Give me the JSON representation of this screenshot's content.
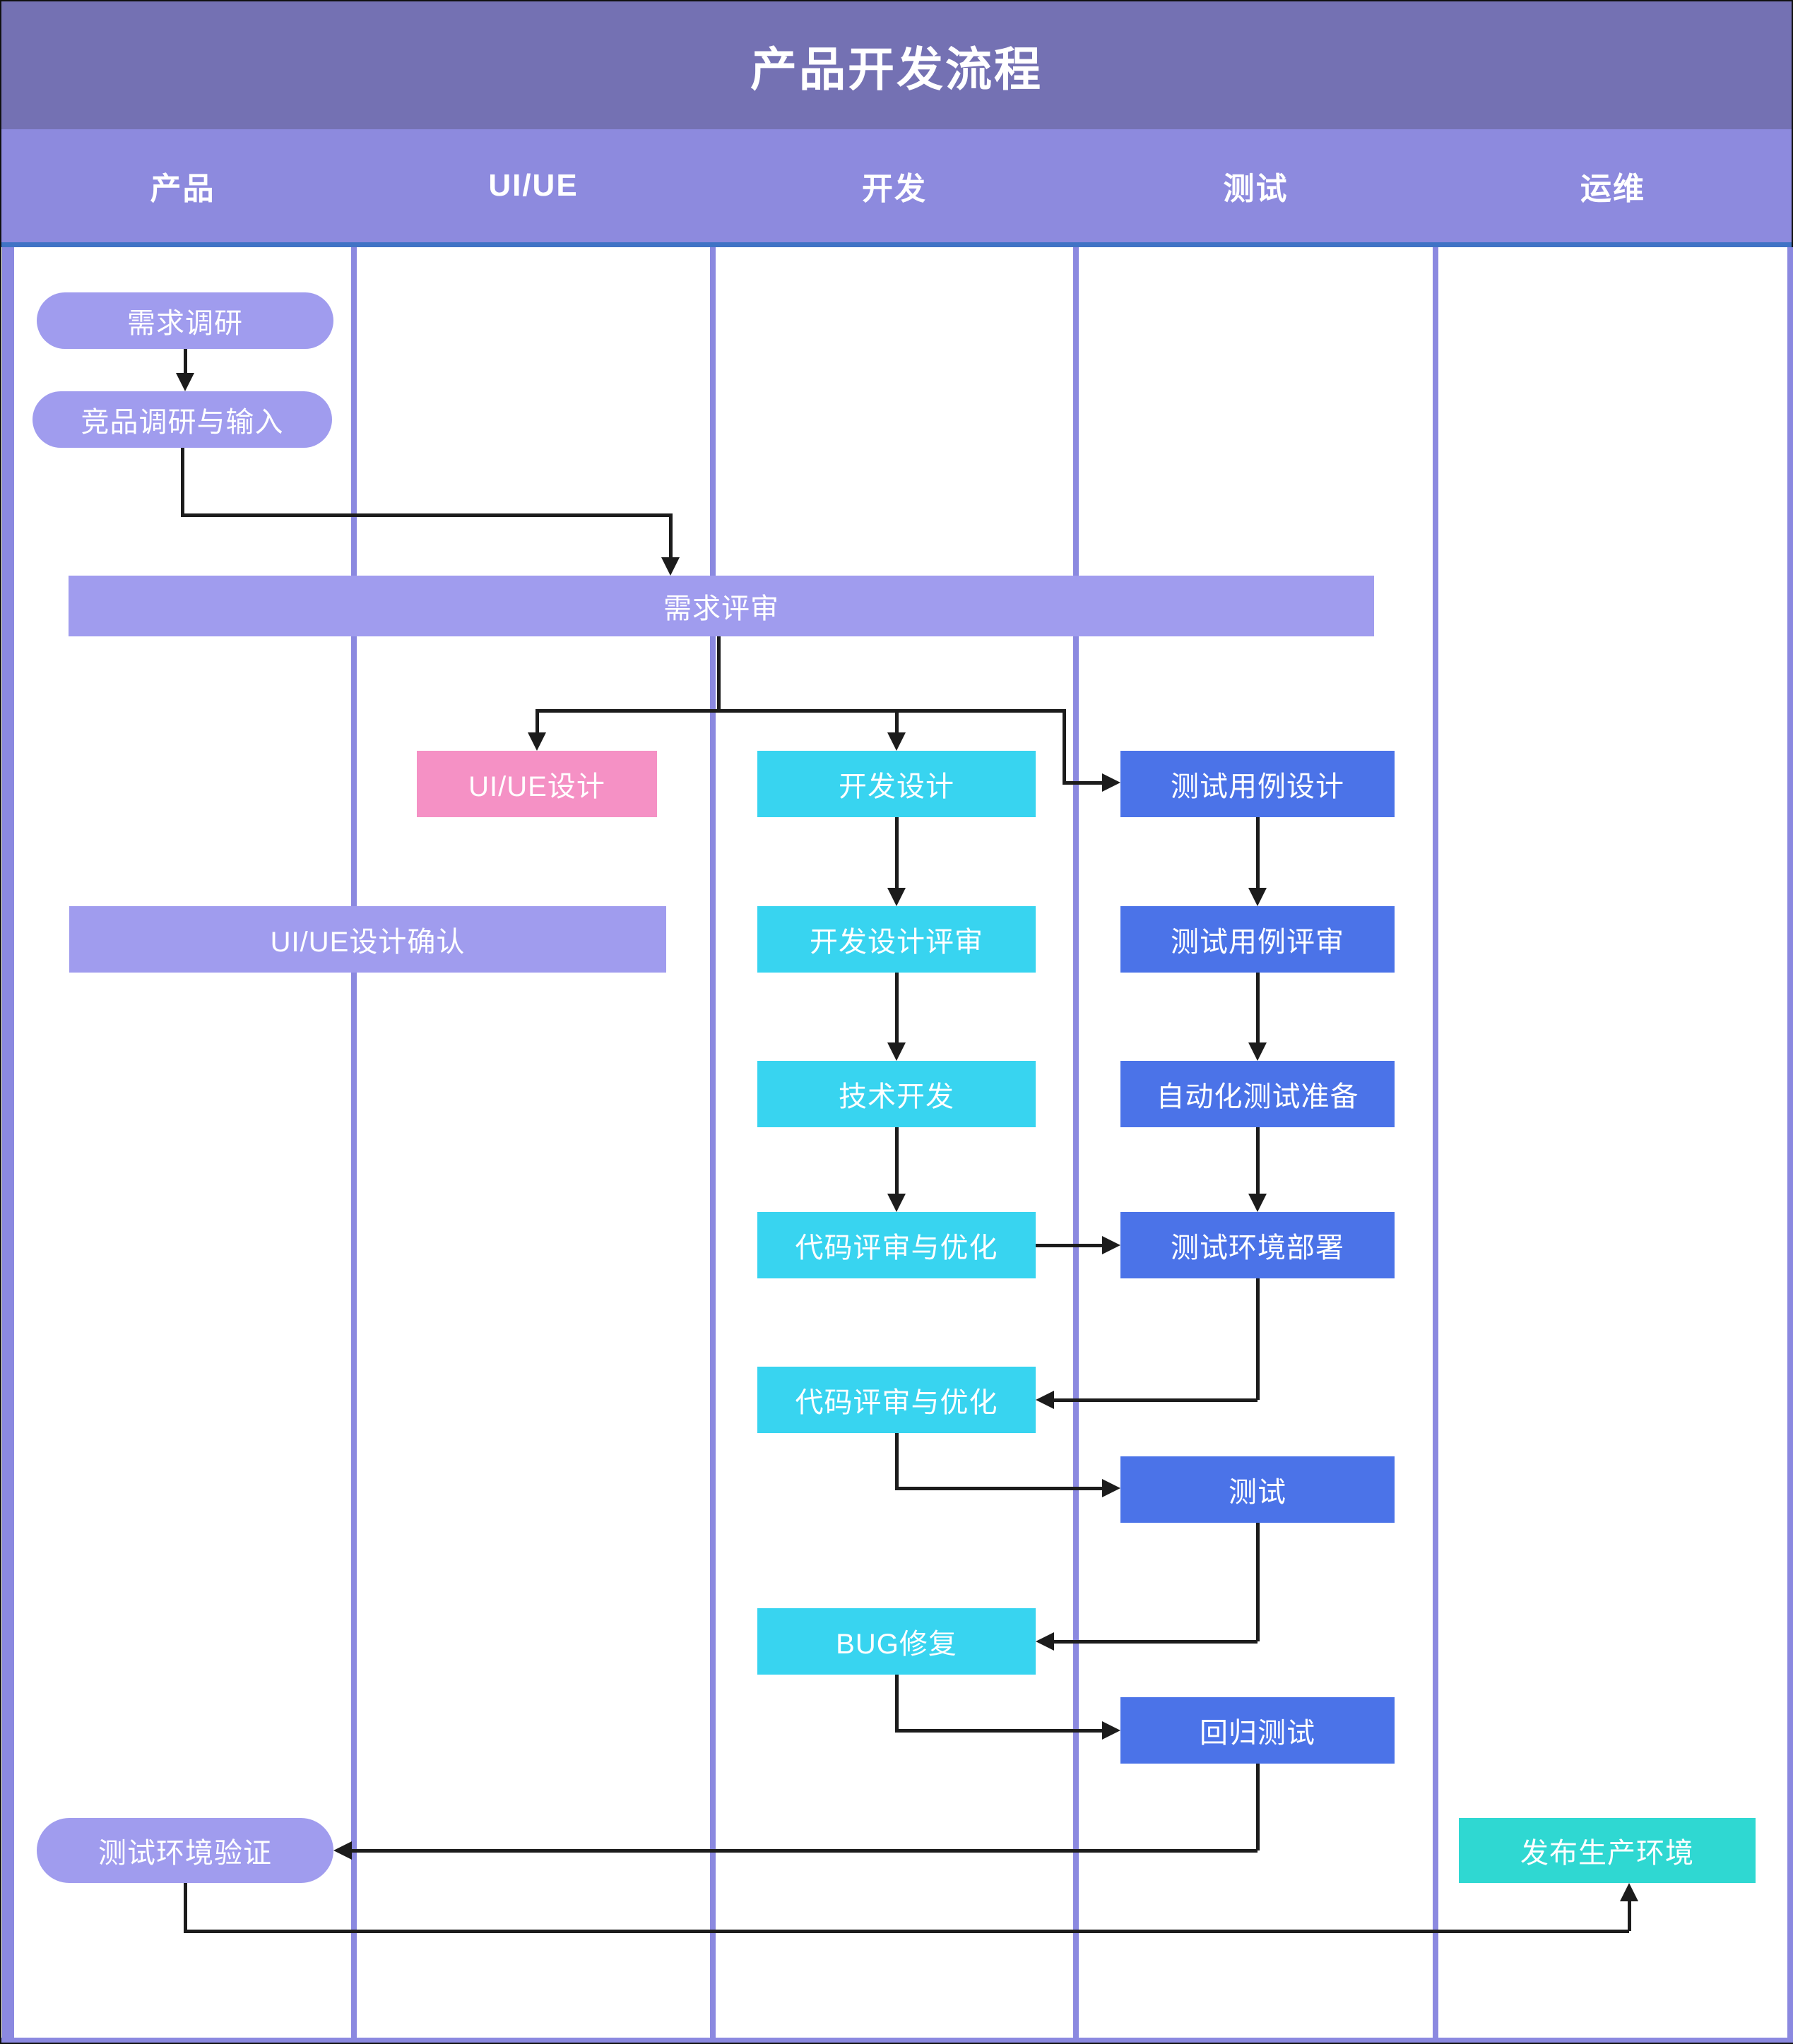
{
  "title": "产品开发流程",
  "lanes": [
    {
      "label": "产品"
    },
    {
      "label": "UI/UE"
    },
    {
      "label": "开发"
    },
    {
      "label": "测试"
    },
    {
      "label": "运维"
    }
  ],
  "nodes": {
    "req_research": {
      "label": "需求调研",
      "lane": "产品",
      "shape": "pill",
      "color": "#a09cee"
    },
    "comp_research": {
      "label": "竞品调研与输入",
      "lane": "产品",
      "shape": "pill",
      "color": "#a09cee"
    },
    "req_review": {
      "label": "需求评审",
      "lane": "产品/UI/UE/开发/测试",
      "shape": "rect",
      "color": "#a09cee"
    },
    "uiue_design": {
      "label": "UI/UE设计",
      "lane": "UI/UE",
      "shape": "rect",
      "color": "#f591c5"
    },
    "dev_design": {
      "label": "开发设计",
      "lane": "开发",
      "shape": "rect",
      "color": "#38d4f0"
    },
    "test_case_design": {
      "label": "测试用例设计",
      "lane": "测试",
      "shape": "rect",
      "color": "#4b73e8"
    },
    "uiue_confirm": {
      "label": "UI/UE设计确认",
      "lane": "产品/UI/UE",
      "shape": "rect",
      "color": "#a09cee"
    },
    "dev_design_review": {
      "label": "开发设计评审",
      "lane": "开发",
      "shape": "rect",
      "color": "#38d4f0"
    },
    "test_case_review": {
      "label": "测试用例评审",
      "lane": "测试",
      "shape": "rect",
      "color": "#4b73e8"
    },
    "tech_dev": {
      "label": "技术开发",
      "lane": "开发",
      "shape": "rect",
      "color": "#38d4f0"
    },
    "auto_test_prep": {
      "label": "自动化测试准备",
      "lane": "测试",
      "shape": "rect",
      "color": "#4b73e8"
    },
    "code_review_1": {
      "label": "代码评审与优化",
      "lane": "开发",
      "shape": "rect",
      "color": "#38d4f0"
    },
    "test_env_deploy": {
      "label": "测试环境部署",
      "lane": "测试",
      "shape": "rect",
      "color": "#4b73e8"
    },
    "code_review_2": {
      "label": "代码评审与优化",
      "lane": "开发",
      "shape": "rect",
      "color": "#38d4f0"
    },
    "test_exec": {
      "label": "测试",
      "lane": "测试",
      "shape": "rect",
      "color": "#4b73e8"
    },
    "bug_fix": {
      "label": "BUG修复",
      "lane": "开发",
      "shape": "rect",
      "color": "#38d4f0"
    },
    "regression_test": {
      "label": "回归测试",
      "lane": "测试",
      "shape": "rect",
      "color": "#4b73e8"
    },
    "test_env_verify": {
      "label": "测试环境验证",
      "lane": "产品",
      "shape": "pill",
      "color": "#a09cee"
    },
    "prod_release": {
      "label": "发布生产环境",
      "lane": "运维",
      "shape": "rect",
      "color": "#2fd8d2"
    }
  },
  "edges": [
    {
      "from": "需求调研",
      "to": "竞品调研与输入"
    },
    {
      "from": "竞品调研与输入",
      "to": "需求评审"
    },
    {
      "from": "需求评审",
      "to": "UI/UE设计"
    },
    {
      "from": "需求评审",
      "to": "开发设计"
    },
    {
      "from": "需求评审",
      "to": "测试用例设计"
    },
    {
      "from": "开发设计",
      "to": "开发设计评审"
    },
    {
      "from": "开发设计评审",
      "to": "技术开发"
    },
    {
      "from": "技术开发",
      "to": "代码评审与优化"
    },
    {
      "from": "代码评审与优化",
      "to": "测试环境部署"
    },
    {
      "from": "测试用例设计",
      "to": "测试用例评审"
    },
    {
      "from": "测试用例评审",
      "to": "自动化测试准备"
    },
    {
      "from": "自动化测试准备",
      "to": "测试环境部署"
    },
    {
      "from": "测试环境部署",
      "to": "代码评审与优化(2)"
    },
    {
      "from": "代码评审与优化(2)",
      "to": "测试"
    },
    {
      "from": "测试",
      "to": "BUG修复"
    },
    {
      "from": "BUG修复",
      "to": "回归测试"
    },
    {
      "from": "回归测试",
      "to": "测试环境验证"
    },
    {
      "from": "测试环境验证",
      "to": "发布生产环境"
    }
  ],
  "colors": {
    "title_bar_bg": "#7471b3",
    "lane_band_bg": "#8d8ade",
    "header_rule": "#4073c5",
    "frame_and_dividers": "#8b89e0",
    "node_lavender": "#a09cee",
    "node_pink": "#f591c5",
    "node_cyan": "#38d4f0",
    "node_blue": "#4b73e8",
    "node_teal": "#2fd8d2",
    "arrow": "#1c1c1c",
    "node_text": "#ffffff",
    "canvas_bg": "#ffffff"
  }
}
